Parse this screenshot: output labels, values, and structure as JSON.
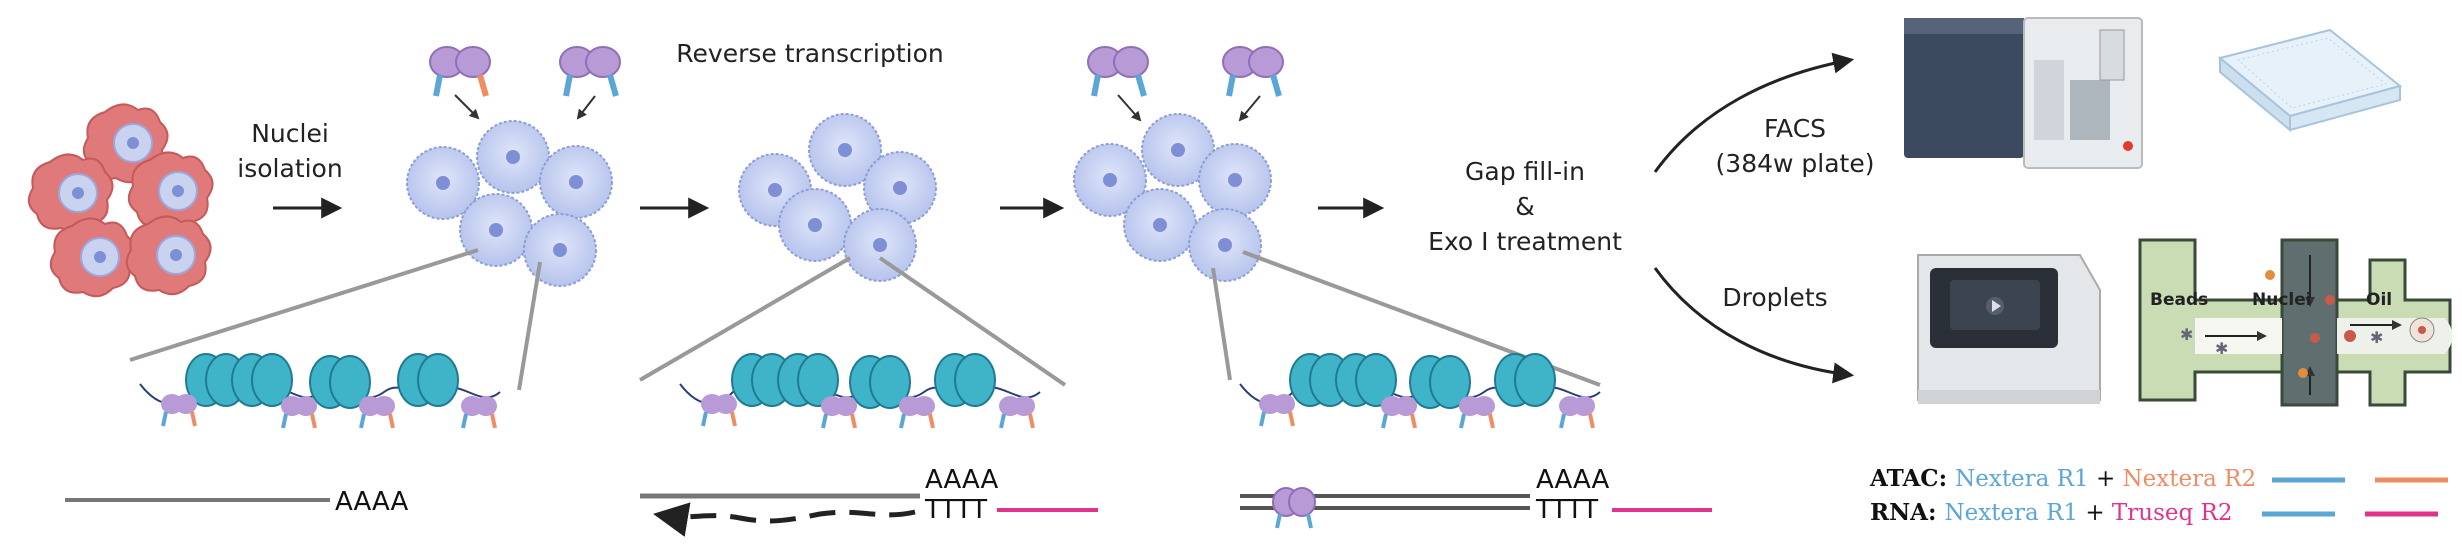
{
  "labels": {
    "nuclei_isolation": [
      "Nuclei",
      "isolation"
    ],
    "reverse_transcription": "Reverse transcription",
    "gap_fill": [
      "Gap fill-in",
      "&",
      "Exo I treatment"
    ],
    "facs": [
      "FACS",
      "(384w plate)"
    ],
    "droplets": "Droplets"
  },
  "sequences": {
    "poly_a": "AAAA",
    "poly_t": "TTTT"
  },
  "chip_labels": {
    "beads": "Beads",
    "nuclei": "Nuclei",
    "oil": "Oil"
  },
  "legend": [
    {
      "key": "ATAC",
      "read1": "Nextera R1",
      "read2": "Nextera R2",
      "read1_color": "#5aa6d6",
      "read2_color": "#f08c64"
    },
    {
      "key": "RNA",
      "read1": "Nextera R1",
      "read2": "Truseq R2",
      "read1_color": "#5aa6d6",
      "read2_color": "#e0348c"
    }
  ],
  "colors": {
    "nucleus_fill": "#c9d3f0",
    "nucleus_core": "#7f8fd6",
    "cell_fill": "#e07a7a",
    "histone": "#3fb4c8",
    "transposase": "#b79ad6",
    "adapter_blue": "#5aa6d6",
    "adapter_orange": "#f08c64",
    "adapter_pink": "#e0348c",
    "chip_green": "#c9dcb4",
    "chip_gray": "#5f6e6e"
  },
  "icons": [
    "cell-icon",
    "nucleus-icon",
    "transposome-icon",
    "histone-icon",
    "facs-machine-icon",
    "well-plate-icon",
    "droplet-instrument-icon",
    "microfluidic-chip-icon",
    "arrow-icon"
  ]
}
